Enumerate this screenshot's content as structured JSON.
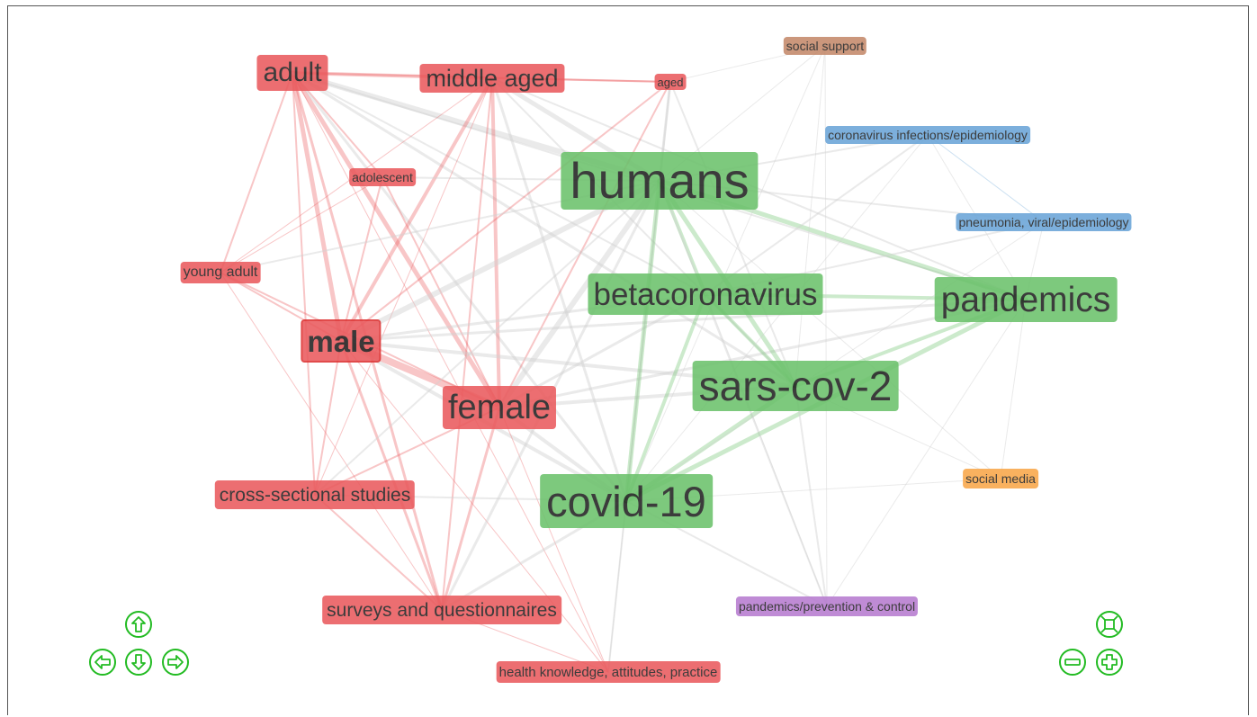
{
  "colors": {
    "red": "#ea5b5e",
    "green": "#6cc26c",
    "blue": "#6aa5d8",
    "brown": "#c4896a",
    "orange": "#f9a74a",
    "purple": "#b77cd0",
    "edge": "#d0d0d0",
    "control": "#22bb22"
  },
  "nodes": [
    {
      "id": "adult",
      "label": "adult",
      "color": "red"
    },
    {
      "id": "middle-aged",
      "label": "middle aged",
      "color": "red"
    },
    {
      "id": "aged",
      "label": "aged",
      "color": "red"
    },
    {
      "id": "adolescent",
      "label": "adolescent",
      "color": "red"
    },
    {
      "id": "young-adult",
      "label": "young adult",
      "color": "red"
    },
    {
      "id": "male",
      "label": "male",
      "color": "red"
    },
    {
      "id": "female",
      "label": "female",
      "color": "red"
    },
    {
      "id": "cross-sectional-studies",
      "label": "cross-sectional studies",
      "color": "red"
    },
    {
      "id": "surveys-and-questionnaires",
      "label": "surveys and questionnaires",
      "color": "red"
    },
    {
      "id": "health-knowledge",
      "label": "health knowledge, attitudes, practice",
      "color": "red"
    },
    {
      "id": "humans",
      "label": "humans",
      "color": "green"
    },
    {
      "id": "betacoronavirus",
      "label": "betacoronavirus",
      "color": "green"
    },
    {
      "id": "pandemics",
      "label": "pandemics",
      "color": "green"
    },
    {
      "id": "sars-cov-2",
      "label": "sars-cov-2",
      "color": "green"
    },
    {
      "id": "covid-19",
      "label": "covid-19",
      "color": "green"
    },
    {
      "id": "social-support",
      "label": "social support",
      "color": "brown"
    },
    {
      "id": "coronavirus-infections",
      "label": "coronavirus infections/epidemiology",
      "color": "blue"
    },
    {
      "id": "pneumonia-viral",
      "label": "pneumonia, viral/epidemiology",
      "color": "blue"
    },
    {
      "id": "social-media",
      "label": "social media",
      "color": "orange"
    },
    {
      "id": "pandemics-prevention",
      "label": "pandemics/prevention & control",
      "color": "purple"
    }
  ],
  "edges": [
    [
      "adult",
      "middle-aged",
      "red",
      4
    ],
    [
      "adult",
      "aged",
      "red",
      2
    ],
    [
      "adult",
      "male",
      "red",
      5
    ],
    [
      "adult",
      "female",
      "red",
      5
    ],
    [
      "adult",
      "young-adult",
      "red",
      2
    ],
    [
      "adult",
      "adolescent",
      "red",
      2
    ],
    [
      "adult",
      "cross-sectional-studies",
      "red",
      2
    ],
    [
      "adult",
      "surveys-and-questionnaires",
      "red",
      3
    ],
    [
      "adult",
      "health-knowledge",
      "red",
      1
    ],
    [
      "adult",
      "humans",
      "edge",
      6
    ],
    [
      "adult",
      "covid-19",
      "edge",
      3
    ],
    [
      "adult",
      "sars-cov-2",
      "edge",
      3
    ],
    [
      "adult",
      "pandemics",
      "edge",
      2
    ],
    [
      "adult",
      "betacoronavirus",
      "edge",
      2
    ],
    [
      "middle-aged",
      "male",
      "red",
      4
    ],
    [
      "middle-aged",
      "female",
      "red",
      4
    ],
    [
      "middle-aged",
      "aged",
      "red",
      2
    ],
    [
      "middle-aged",
      "surveys-and-questionnaires",
      "red",
      2
    ],
    [
      "middle-aged",
      "cross-sectional-studies",
      "red",
      1
    ],
    [
      "middle-aged",
      "young-adult",
      "red",
      1
    ],
    [
      "middle-aged",
      "humans",
      "edge",
      5
    ],
    [
      "middle-aged",
      "covid-19",
      "edge",
      3
    ],
    [
      "middle-aged",
      "sars-cov-2",
      "edge",
      2
    ],
    [
      "middle-aged",
      "pandemics",
      "edge",
      2
    ],
    [
      "aged",
      "male",
      "red",
      2
    ],
    [
      "aged",
      "female",
      "red",
      2
    ],
    [
      "aged",
      "humans",
      "edge",
      3
    ],
    [
      "aged",
      "covid-19",
      "edge",
      2
    ],
    [
      "aged",
      "sars-cov-2",
      "edge",
      2
    ],
    [
      "adolescent",
      "male",
      "red",
      2
    ],
    [
      "adolescent",
      "female",
      "red",
      2
    ],
    [
      "adolescent",
      "young-adult",
      "red",
      1
    ],
    [
      "adolescent",
      "humans",
      "edge",
      2
    ],
    [
      "young-adult",
      "male",
      "red",
      2
    ],
    [
      "young-adult",
      "female",
      "red",
      2
    ],
    [
      "young-adult",
      "surveys-and-questionnaires",
      "red",
      1
    ],
    [
      "young-adult",
      "humans",
      "edge",
      2
    ],
    [
      "male",
      "female",
      "red",
      8
    ],
    [
      "male",
      "cross-sectional-studies",
      "red",
      2
    ],
    [
      "male",
      "surveys-and-questionnaires",
      "red",
      3
    ],
    [
      "male",
      "health-knowledge",
      "red",
      1
    ],
    [
      "male",
      "humans",
      "edge",
      6
    ],
    [
      "male",
      "covid-19",
      "edge",
      4
    ],
    [
      "male",
      "sars-cov-2",
      "edge",
      4
    ],
    [
      "male",
      "pandemics",
      "edge",
      3
    ],
    [
      "male",
      "betacoronavirus",
      "edge",
      3
    ],
    [
      "female",
      "cross-sectional-studies",
      "red",
      2
    ],
    [
      "female",
      "surveys-and-questionnaires",
      "red",
      3
    ],
    [
      "female",
      "health-knowledge",
      "red",
      1
    ],
    [
      "female",
      "humans",
      "edge",
      6
    ],
    [
      "female",
      "covid-19",
      "edge",
      4
    ],
    [
      "female",
      "sars-cov-2",
      "edge",
      4
    ],
    [
      "female",
      "pandemics",
      "edge",
      3
    ],
    [
      "female",
      "betacoronavirus",
      "edge",
      3
    ],
    [
      "cross-sectional-studies",
      "surveys-and-questionnaires",
      "red",
      2
    ],
    [
      "cross-sectional-studies",
      "covid-19",
      "edge",
      2
    ],
    [
      "cross-sectional-studies",
      "humans",
      "edge",
      2
    ],
    [
      "surveys-and-questionnaires",
      "covid-19",
      "edge",
      3
    ],
    [
      "surveys-and-questionnaires",
      "humans",
      "edge",
      3
    ],
    [
      "surveys-and-questionnaires",
      "health-knowledge",
      "red",
      1
    ],
    [
      "health-knowledge",
      "covid-19",
      "edge",
      2
    ],
    [
      "health-knowledge",
      "humans",
      "edge",
      1
    ],
    [
      "humans",
      "betacoronavirus",
      "green",
      4
    ],
    [
      "humans",
      "pandemics",
      "green",
      5
    ],
    [
      "humans",
      "sars-cov-2",
      "green",
      5
    ],
    [
      "humans",
      "covid-19",
      "green",
      5
    ],
    [
      "humans",
      "coronavirus-infections",
      "edge",
      2
    ],
    [
      "humans",
      "pneumonia-viral",
      "edge",
      2
    ],
    [
      "humans",
      "social-support",
      "edge",
      1
    ],
    [
      "humans",
      "social-media",
      "edge",
      1
    ],
    [
      "humans",
      "pandemics-prevention",
      "edge",
      2
    ],
    [
      "betacoronavirus",
      "pandemics",
      "green",
      4
    ],
    [
      "betacoronavirus",
      "sars-cov-2",
      "green",
      4
    ],
    [
      "betacoronavirus",
      "covid-19",
      "green",
      4
    ],
    [
      "betacoronavirus",
      "coronavirus-infections",
      "edge",
      2
    ],
    [
      "betacoronavirus",
      "pneumonia-viral",
      "edge",
      2
    ],
    [
      "pandemics",
      "sars-cov-2",
      "green",
      4
    ],
    [
      "pandemics",
      "covid-19",
      "green",
      5
    ],
    [
      "pandemics",
      "coronavirus-infections",
      "edge",
      1
    ],
    [
      "pandemics",
      "pneumonia-viral",
      "edge",
      1
    ],
    [
      "sars-cov-2",
      "covid-19",
      "green",
      5
    ],
    [
      "sars-cov-2",
      "social-media",
      "edge",
      1
    ],
    [
      "sars-cov-2",
      "pandemics-prevention",
      "edge",
      2
    ],
    [
      "covid-19",
      "social-media",
      "edge",
      1
    ],
    [
      "covid-19",
      "pandemics-prevention",
      "edge",
      2
    ],
    [
      "covid-19",
      "social-support",
      "edge",
      1
    ],
    [
      "coronavirus-infections",
      "pneumonia-viral",
      "blue",
      1
    ],
    [
      "coronavirus-infections",
      "covid-19",
      "edge",
      1
    ],
    [
      "pneumonia-viral",
      "covid-19",
      "edge",
      1
    ],
    [
      "social-support",
      "aged",
      "edge",
      1
    ],
    [
      "social-support",
      "pandemics-prevention",
      "edge",
      1
    ],
    [
      "social-support",
      "sars-cov-2",
      "edge",
      1
    ],
    [
      "pandemics-prevention",
      "pandemics",
      "edge",
      1
    ],
    [
      "pandemics-prevention",
      "betacoronavirus",
      "edge",
      1
    ],
    [
      "social-media",
      "pandemics",
      "edge",
      1
    ]
  ],
  "controls": [
    {
      "id": "pan-up",
      "name": "up-arrow-icon",
      "glyph": "up"
    },
    {
      "id": "pan-left",
      "name": "left-arrow-icon",
      "glyph": "left"
    },
    {
      "id": "pan-down",
      "name": "down-arrow-icon",
      "glyph": "down"
    },
    {
      "id": "pan-right",
      "name": "right-arrow-icon",
      "glyph": "right"
    },
    {
      "id": "fit",
      "name": "fit-view-icon",
      "glyph": "fit"
    },
    {
      "id": "zoom-out",
      "name": "zoom-out-icon",
      "glyph": "minus"
    },
    {
      "id": "zoom-in",
      "name": "zoom-in-icon",
      "glyph": "plus"
    }
  ]
}
